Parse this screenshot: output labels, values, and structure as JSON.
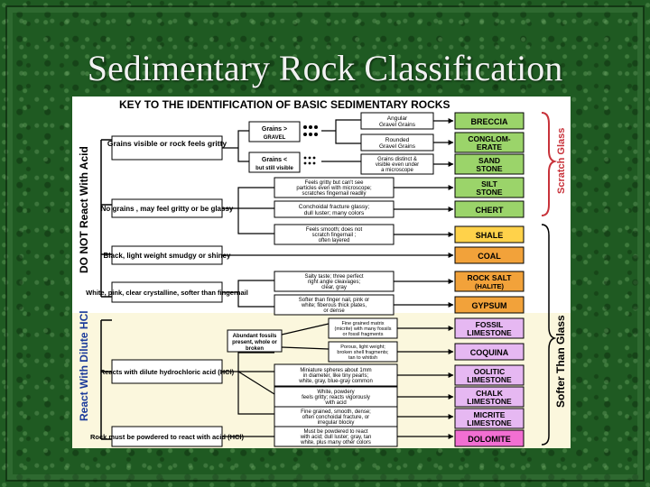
{
  "slide": {
    "title": "Sedimentary Rock Classification"
  },
  "key_title": "KEY TO THE IDENTIFICATION OF BASIC SEDIMENTARY ROCKS",
  "side_labels": {
    "no_acid": "DO NOT React With Acid",
    "acid": "React With Dilute HCl",
    "scratch_glass": "Scratch Glass",
    "softer_glass": "Softer Than Glass"
  },
  "groups": {
    "grains_visible": "Grains visible or rock feels gritty",
    "no_grains": "No grains , may feel gritty or be glassy",
    "black": "Black, light weight smudgy or shiney",
    "white_pink": "White, pink, clear crystalline, softer than fingernail",
    "reacts_acid": "Reacts with dilute hydrochloric acid (HCl)",
    "powdered": "Rock must be powdered to react with acid (HCl)"
  },
  "subgroups": {
    "grains_gt_line1": "Grains  >",
    "grains_gt_line2": "GRAVEL",
    "grains_lt_line1": "Grains  <",
    "grains_lt_line2": "but still visible",
    "fossils_line1": "Abundant fossils",
    "fossils_line2": "present, whole or",
    "fossils_line3": "broken"
  },
  "descriptions": {
    "angular_line1": "Angular",
    "angular_line2": "Gravel Grains",
    "rounded_line1": "Rounded",
    "rounded_line2": "Gravel Grains",
    "sand_line1": "Grains distinct &",
    "sand_line2": "visible even under",
    "sand_line3": "a microscope",
    "silt_line1": "Feels gritty but can't see",
    "silt_line2": "particles even with microscope;",
    "silt_line3": "scratches fingernail readily",
    "chert_line1": "Conchoidal fracture glassy;",
    "chert_line2": "dull luster; many colors",
    "shale_line1": "Feels smooth; does not",
    "shale_line2": "scratch fingernail ;",
    "shale_line3": "often layered",
    "halite_line1": "Salty taste; three perfect",
    "halite_line2": "right angle cleavages;",
    "halite_line3": "clear, gray",
    "gypsum_line1": "Softer than finger nail, pink or",
    "gypsum_line2": "white; fiberous thick plates,",
    "gypsum_line3": "or dense",
    "fossil_ls_line1": "Fine grained matrix",
    "fossil_ls_line2": "(micrite) with many fossils",
    "fossil_ls_line3": "or fossil fragments",
    "coquina_line1": "Porous, light weight;",
    "coquina_line2": "broken shell fragments;",
    "coquina_line3": "tan to whitish",
    "oolitic_line1": "Miniature spheres about 1mm",
    "oolitic_line2": "in diameter, like tiny pearls;",
    "oolitic_line3": "white, gray, blue-gray common",
    "chalk_line1": "White, powdery",
    "chalk_line2": "feels gritty; reacts vigorously",
    "chalk_line3": "with acid",
    "micrite_line1": "Fine grained, smooth, dense;",
    "micrite_line2": "often conchoidal fracture, or",
    "micrite_line3": "irregular blocky",
    "dolomite_line1": "Must be powdered to react",
    "dolomite_line2": "with acid; dull luster; gray, tan",
    "dolomite_line3": "white, plus many other colors"
  },
  "rocks": {
    "breccia": "BRECCIA",
    "conglom_line1": "CONGLOM-",
    "conglom_line2": "ERATE",
    "sandstone_line1": "SAND",
    "sandstone_line2": "STONE",
    "siltstone_line1": "SILT",
    "siltstone_line2": "STONE",
    "chert": "CHERT",
    "shale": "SHALE",
    "coal": "COAL",
    "rocksalt_line1": "ROCK SALT",
    "rocksalt_line2": "(HALITE)",
    "gypsum": "GYPSUM",
    "fossil_ls_line1": "FOSSIL",
    "fossil_ls_line2": "LIMESTONE",
    "coquina": "COQUINA",
    "oolitic_line1": "OOLITIC",
    "oolitic_line2": "LIMESTONE",
    "chalk_line1": "CHALK",
    "chalk_line2": "LIMESTONE",
    "micrite_line1": "MICRITE",
    "micrite_line2": "LIMESTONE",
    "dolomite": "DOLOMITE"
  },
  "colors": {
    "rock_label_green": "#9bd46a",
    "rock_label_yellow": "#ffd24a",
    "rock_label_orange": "#f2a23a",
    "rock_label_purple": "#e6b8f2",
    "rock_label_magenta": "#f26fd2",
    "softer_band": "#f6f2c8",
    "no_acid_band": "#ffffff",
    "bracket_red": "#c8323a"
  }
}
